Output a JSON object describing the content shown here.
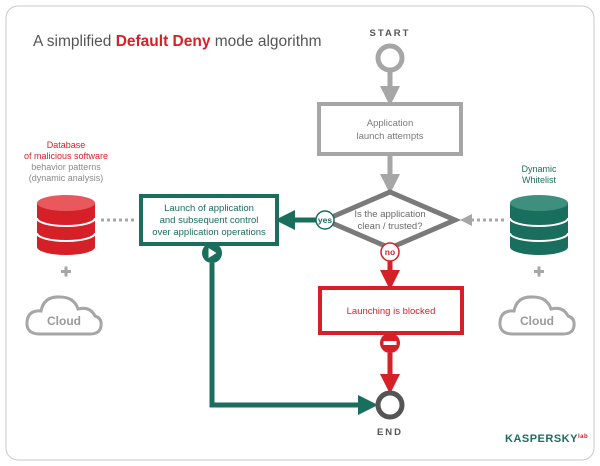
{
  "title": {
    "prefix": "A simplified ",
    "highlight": "Default Deny",
    "suffix": " mode algorithm"
  },
  "flow": {
    "start_label": "START",
    "end_label": "END",
    "launch_attempt": {
      "line1": "Application",
      "line2": "launch attempts"
    },
    "decision": {
      "line1": "Is the application",
      "line2": "clean / trusted?"
    },
    "launch_control": {
      "line1": "Launch of application",
      "line2": "and subsequent control",
      "line3": "over application operations"
    },
    "blocked": {
      "label": "Launching is blocked"
    },
    "yes_label": "yes",
    "no_label": "no"
  },
  "left_panel": {
    "title_line1": "Database",
    "title_line2": "of malicious software",
    "sub_line1": "behavior patterns",
    "sub_line2": "(dynamic analysis)",
    "cloud_label": "Cloud"
  },
  "right_panel": {
    "title_line1": "Dynamic",
    "title_line2": "Whitelist",
    "cloud_label": "Cloud"
  },
  "brand": {
    "name": "KASPERSKY",
    "suffix": "lab"
  },
  "colors": {
    "red": "#d62027",
    "green": "#1a6e5d",
    "grey": "#a6a6a6",
    "dark_grey": "#555555"
  }
}
